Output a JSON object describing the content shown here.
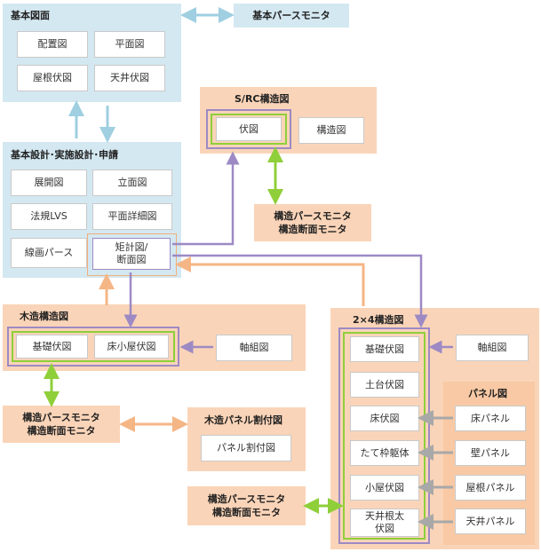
{
  "kihon_zumen": {
    "title": "基本図面",
    "items": [
      "配置図",
      "平面図",
      "屋根伏図",
      "天井伏図"
    ]
  },
  "kihon_pers": {
    "label": "基本パースモニタ"
  },
  "kihon_sekkei": {
    "title": "基本設計･実施設計･申請",
    "items": [
      "展開図",
      "立面図",
      "法規LVS",
      "平面詳細図",
      "線画パース",
      "矩計図/\n断面図"
    ]
  },
  "src": {
    "title": "S/RC構造図",
    "items": [
      "伏図",
      "構造図"
    ],
    "monitor": "構造パースモニタ\n構造断面モニタ"
  },
  "mokuzo": {
    "title": "木造構造図",
    "items": [
      "基礎伏図",
      "床小屋伏図",
      "軸組図"
    ],
    "monitor": "構造パースモニタ\n構造断面モニタ"
  },
  "mokuzo_panel": {
    "title": "木造パネル割付図",
    "item": "パネル割付図"
  },
  "two_by_four": {
    "title": "2×4構造図",
    "items": [
      "基礎伏図",
      "土台伏図",
      "床伏図",
      "たて枠躯体",
      "小屋伏図",
      "天井根太\n伏図"
    ],
    "axis": "軸組図",
    "monitor": "構造パースモニタ\n構造断面モニタ"
  },
  "panel_zu": {
    "title": "パネル図",
    "items": [
      "床パネル",
      "壁パネル",
      "屋根パネル",
      "天井パネル"
    ]
  },
  "colors": {
    "blue_panel": "#d4e8f1",
    "orange_panel": "#fad4b8",
    "arrow_blue": "#9fcfe0",
    "arrow_purple": "#9d8ac4",
    "arrow_green": "#8fcf3a",
    "arrow_orange": "#f5b686",
    "arrow_gray": "#a8a8a8"
  }
}
